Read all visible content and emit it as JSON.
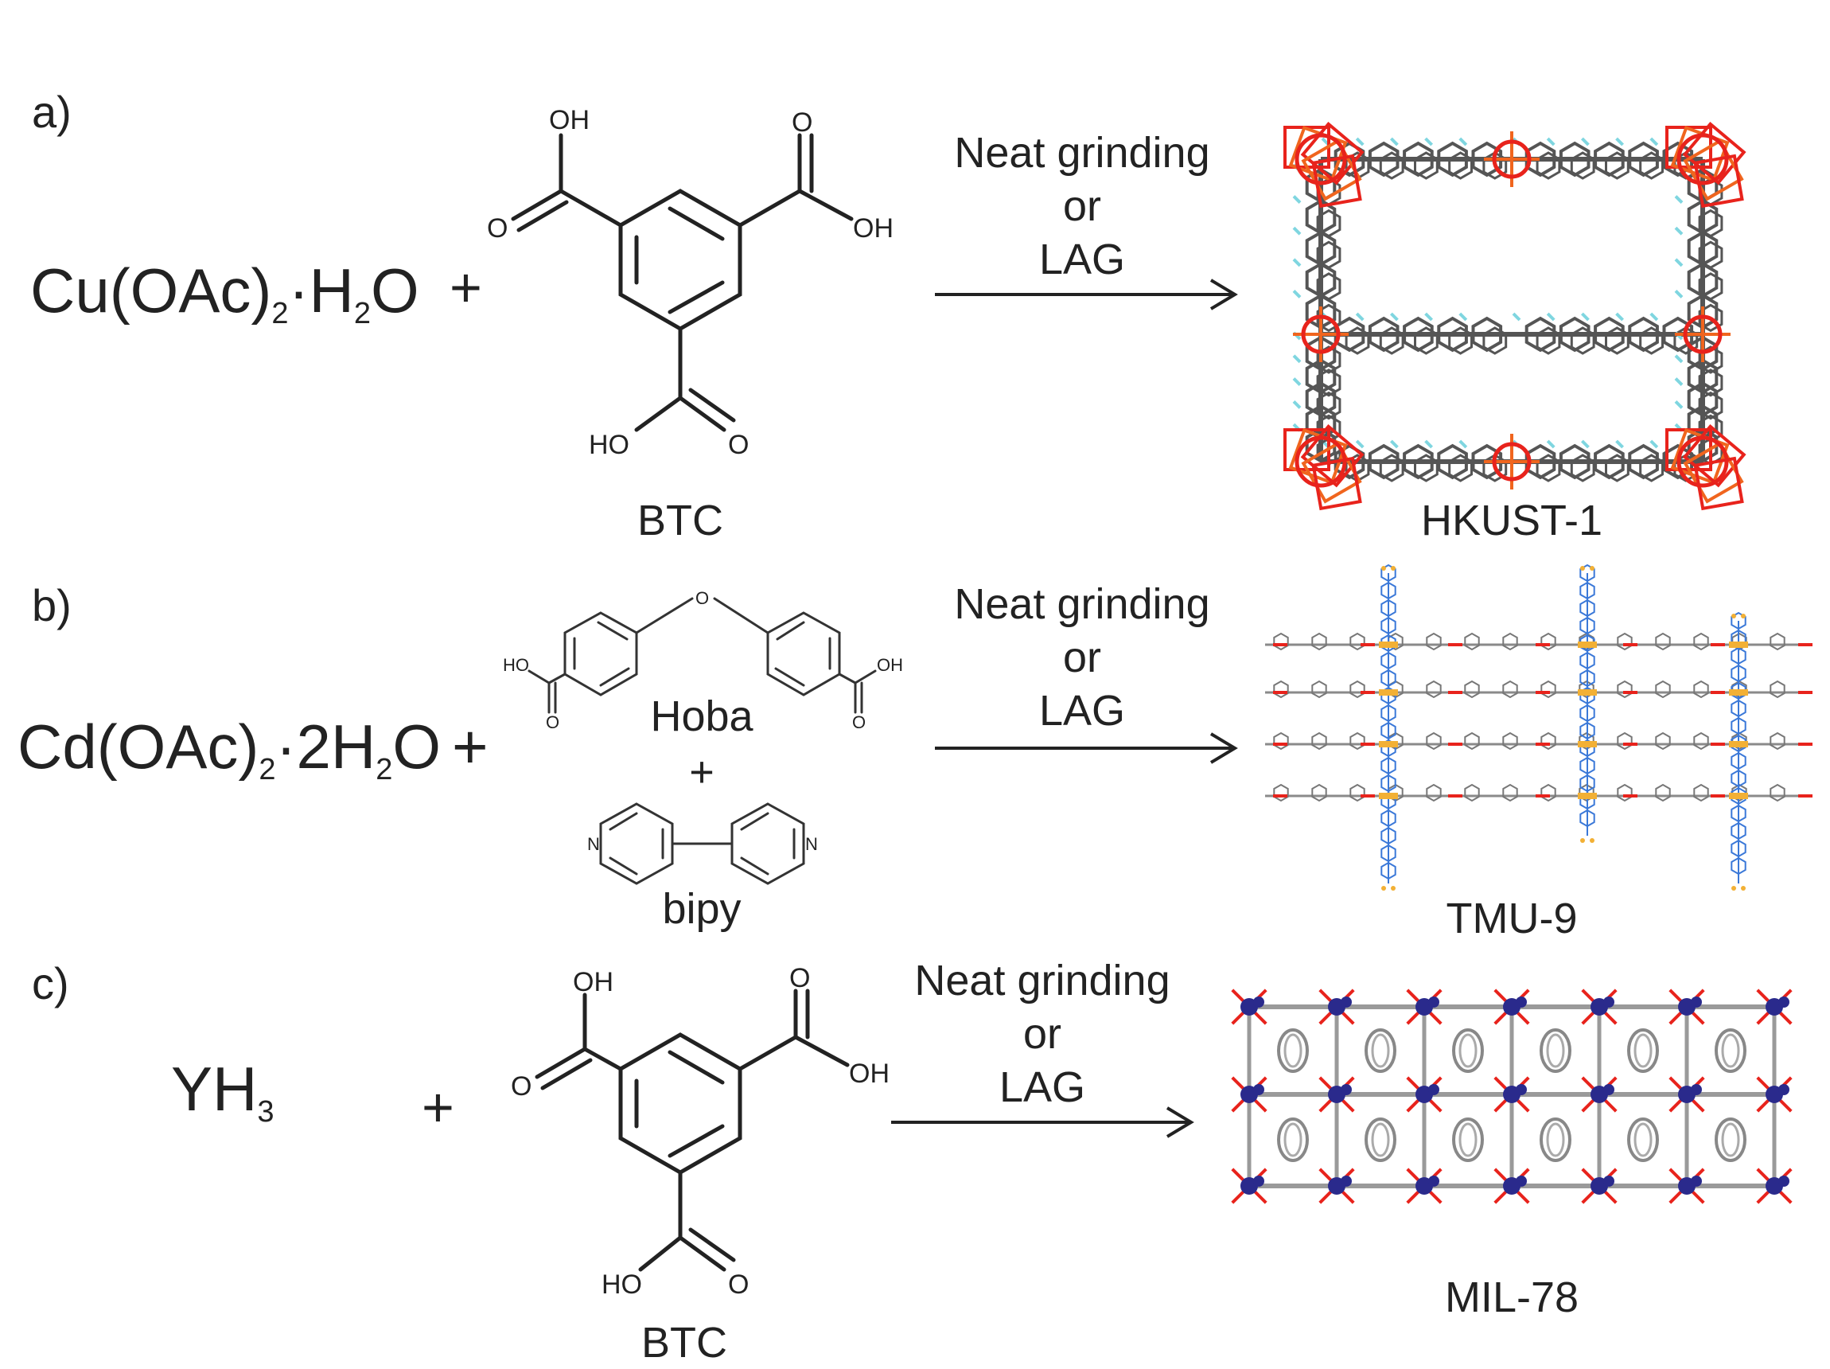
{
  "panels": [
    {
      "label": "a)",
      "reactant_main": "Cu(OAc)",
      "reactant_sub1": "2",
      "reactant_mid": "·H",
      "reactant_sub2": "2",
      "reactant_end": "O",
      "plus": "+",
      "ligand_name": "BTC",
      "ligand_atoms": {
        "oh_top": "OH",
        "o_top_right": "O",
        "o_left": "O",
        "oh_right": "OH",
        "ho_bottom": "HO",
        "o_bottom": "O"
      },
      "condition": [
        "Neat grinding",
        "or",
        "LAG"
      ],
      "product": "HKUST-1"
    },
    {
      "label": "b)",
      "reactant_main": "Cd(OAc)",
      "reactant_sub1": "2",
      "reactant_mid": "·2H",
      "reactant_sub2": "2",
      "reactant_end": "O",
      "plus": "+",
      "ligand_name": "Hoba",
      "ligand_plus": "+",
      "ligand2_name": "bipy",
      "ligand_atoms": {
        "o_bridge": "O",
        "ho_left": "HO",
        "oh_right": "OH",
        "o_left": "O",
        "o_right": "O",
        "n_left": "N",
        "n_right": "N"
      },
      "condition": [
        "Neat grinding",
        "or",
        "LAG"
      ],
      "product": "TMU-9"
    },
    {
      "label": "c)",
      "reactant_main": "YH",
      "reactant_sub1": "3",
      "plus": "+",
      "ligand_name": "BTC",
      "ligand_atoms": {
        "oh_top": "OH",
        "o_top_right": "O",
        "o_left": "O",
        "oh_right": "OH",
        "ho_bottom": "HO",
        "o_bottom": "O"
      },
      "condition": [
        "Neat grinding",
        "or",
        "LAG"
      ],
      "product": "MIL-78"
    }
  ],
  "colors": {
    "text": "#222222",
    "framework_carbon": "#555555",
    "framework_oxygen": "#e8231c",
    "framework_copper": "#f0651e",
    "framework_hydrogen": "#7fd6e0",
    "framework_nitrogen": "#3a78d8",
    "framework_yttrium": "#2a2a8c",
    "framework_cd": "#f2b035"
  }
}
